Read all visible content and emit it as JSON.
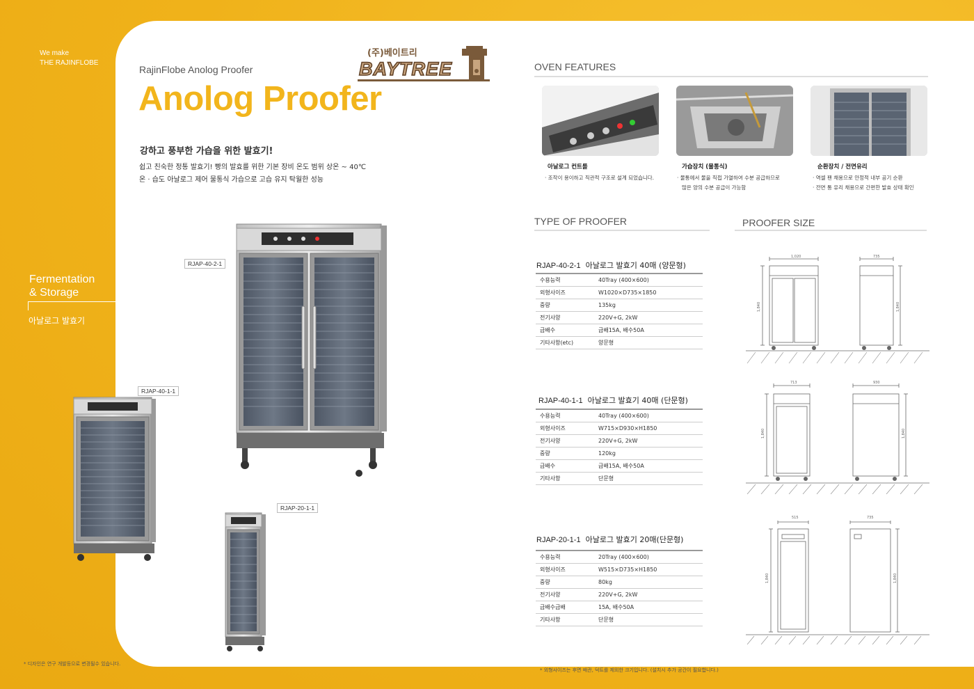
{
  "sidebar": {
    "we_make_line1": "We make",
    "we_make_line2": "THE RAJINFLOBE",
    "category_line1": "Fermentation",
    "category_line2": "& Storage",
    "category_ko": "아날로그 발효기",
    "footnote": "* 디자인은 연구 개발등으로 변경될수 있습니다."
  },
  "header": {
    "subtitle": "RajinFlobe Anolog Proofer",
    "title": "Anolog Proofer",
    "logo_top": "(주)베이트리",
    "logo_word": "BAYTREE"
  },
  "intro": {
    "headline": "강하고 풍부한 가습을 위한 발효기!",
    "desc_line1": "쉽고 친숙한 정통 발효기! 빵의 발효를 위한 기본 장비 온도 범위 상온 ~ 40℃",
    "desc_line2": "온 · 습도 아날로그 제어 물통식 가습으로 고습 유지 탁월한 성능"
  },
  "products": {
    "p1_label": "RJAP-40-2-1",
    "p2_label": "RJAP-40-1-1",
    "p3_label": "RJAP-20-1-1"
  },
  "features": {
    "heading": "OVEN FEATURES",
    "items": [
      {
        "title": "아날로그 컨트롤",
        "desc1": "·  조작이 용이하고 직관적 구조로 설계 되었습니다.",
        "desc2": ""
      },
      {
        "title": "가습장치 (물통식)",
        "desc1": "·  물통에서 물을 직접 가열하여 수분 공급하므로",
        "desc2": "많은 양의 수분 공급이 가능함"
      },
      {
        "title": "순환장치 / 전면유리",
        "desc1": "·  역셀 팬 채용으로 안정적 내부 공기 순환",
        "desc2": "·  전면 통 유리 채용으로 간편한 발효 상태 확인"
      }
    ]
  },
  "types": {
    "heading": "TYPE OF PROOFER",
    "size_heading": "PROOFER SIZE",
    "specs": [
      {
        "model": "RJAP-40-2-1",
        "name": "아날로그 발효기 40매 (양문형)",
        "rows": [
          [
            "수용능력",
            "40Tray (400×600)"
          ],
          [
            "외형사이즈",
            "W1020×D735×1850"
          ],
          [
            "중량",
            "135kg"
          ],
          [
            "전기사양",
            "220V+G, 2kW"
          ],
          [
            "급배수",
            "급배15A, 배수50A"
          ],
          [
            "기타사항(etc)",
            "양문형"
          ]
        ]
      },
      {
        "model": "RJAP-40-1-1",
        "name": "아날로그 발효기 40매 (단문형)",
        "rows": [
          [
            "수용능력",
            "40Tray (400×600)"
          ],
          [
            "외형사이즈",
            "W715×D930×H1850"
          ],
          [
            "전기사양",
            "220V+G, 2kW"
          ],
          [
            "중량",
            "120kg"
          ],
          [
            "급배수",
            "급배15A, 배수50A"
          ],
          [
            "기타사항",
            "단문형"
          ]
        ]
      },
      {
        "model": "RJAP-20-1-1",
        "name": "아날로그 발효기 20매(단문형)",
        "rows": [
          [
            "수용능력",
            "20Tray (400×600)"
          ],
          [
            "외형사이즈",
            "W515×D735×H1850"
          ],
          [
            "중량",
            "80kg"
          ],
          [
            "전기사양",
            "220V+G, 2kW"
          ],
          [
            "급배수급배",
            "15A, 배수50A"
          ],
          [
            "기타사항",
            "단문형"
          ]
        ]
      }
    ]
  },
  "dimensions": {
    "d1_width": "1,020",
    "d1_depth": "735",
    "d1_height": "1,840",
    "d1_height2": "1,840",
    "d2_width": "713",
    "d2_depth": "930",
    "d2_height": "1,840",
    "d2_height2": "1,840",
    "d3_width": "515",
    "d3_depth": "735",
    "d3_height": "1,840",
    "d3_height2": "1,840"
  },
  "footer_note": "* 외형사이즈는 후면 배관, 덕트를 제외한 크기입니다. (설치시 추가 공간이 필요합니다.)",
  "colors": {
    "accent": "#f2b51c",
    "panel": "#ffffff",
    "brand_brown": "#5e3f24"
  }
}
